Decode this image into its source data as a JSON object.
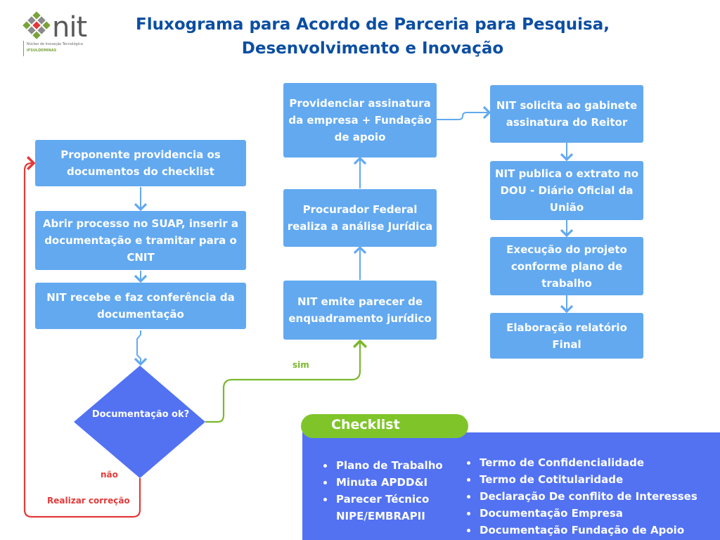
{
  "title": {
    "line1": "Fluxograma para Acordo de Parceria para Pesquisa,",
    "line2": "Desenvolvimento e Inovação"
  },
  "logo": {
    "name": "nit",
    "subtitle": "Núcleo de Inovação Tecnológica",
    "institution": "IFSULDEMINAS",
    "colors": [
      "#7aa33a",
      "#e23a3a",
      "#8a8a8a"
    ]
  },
  "colors": {
    "box": "#62a9f0",
    "diamond": "#5272f2",
    "arrow": "#62a9f0",
    "yes": "#7ab82e",
    "no": "#e23a3a",
    "checklist_panel": "#5272f2",
    "checklist_tab": "#7fc52a",
    "title": "#0b4ea2"
  },
  "nodes": {
    "proponente": "Proponente providencia os documentos do checklist",
    "abrir": "Abrir processo no SUAP, inserir a documentação e tramitar para o CNIT",
    "recebe": "NIT recebe e faz conferência da documentação",
    "decisao": "Documentação ok?",
    "parecer": "NIT emite parecer de enquadramento jurídico",
    "procurador": "Procurador Federal realiza a análise Jurídica",
    "assinatura": "Providenciar assinatura da empresa + Fundação de apoio",
    "gabinete": "NIT solicita  ao gabinete assinatura do Reitor",
    "publica": "NIT publica o extrato no DOU - Diário Oficial da União",
    "execucao": "Execução do projeto conforme plano de trabalho",
    "relatorio": "Elaboração relatório Final"
  },
  "labels": {
    "sim": "sim",
    "nao": "não",
    "correcao": "Realizar correção"
  },
  "checklist": {
    "title": "Checklist",
    "col1": [
      "Plano de Trabalho",
      "Minuta APDD&I",
      "Parecer Técnico NIPE/EMBRAPII"
    ],
    "col2": [
      "Termo de Confidencialidade",
      "Termo de Cotitularidade",
      "Declaração De conflito de Interesses",
      "Documentação Empresa",
      "Documentação Fundação de Apoio"
    ]
  }
}
